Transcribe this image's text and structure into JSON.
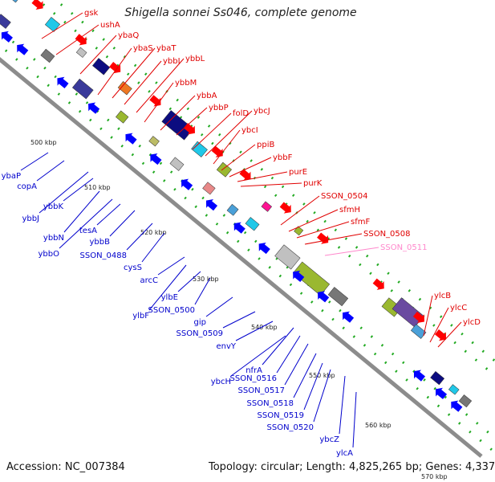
{
  "title": "Shigella sonnei Ss046, complete genome",
  "footer": {
    "accession_label": "Accession:",
    "accession": "NC_007384",
    "topology_label": "Topology:",
    "topology": "circular",
    "length_label": "Length:",
    "length": "4,825,265 bp",
    "genes_label": "Genes:",
    "genes": "4,337"
  },
  "colors": {
    "backbone": "#8c8c8c",
    "forward_label": "#e00000",
    "reverse_label": "#0000cc",
    "highlight_label": "#ff88cc",
    "tick": "#22aa22",
    "scale_text": "#222222"
  },
  "scale_marks": [
    "500 kbp",
    "510 kbp",
    "520 kbp",
    "530 kbp",
    "540 kbp",
    "550 kbp",
    "560 kbp",
    "570 kbp"
  ],
  "forward_genes": [
    "gsk",
    "ushA",
    "ybaQ",
    "ybaS",
    "ybaT",
    "ybbI",
    "ybbL",
    "ybbM",
    "ybbA",
    "ybbP",
    "folD",
    "ybcJ",
    "ybcI",
    "ppiB",
    "ybbF",
    "purE",
    "purK",
    "SSON_0504",
    "sfmH",
    "sfmF",
    "SSON_0508",
    "SSON_0511",
    "ylcB",
    "ylcC",
    "ylcD"
  ],
  "reverse_genes": [
    "ybaP",
    "copA",
    "ybbJ",
    "ybbK",
    "ybbN",
    "ybbO",
    "tesA",
    "ybbB",
    "SSON_0488",
    "cysS",
    "arcC",
    "ylbF",
    "ylbE",
    "SSON_0500",
    "gip",
    "SSON_0509",
    "envY",
    "nfrA",
    "ybcH",
    "SSON_0516",
    "SSON_0517",
    "SSON_0518",
    "SSON_0519",
    "SSON_0520",
    "ybcZ",
    "ylcA"
  ],
  "highlighted_genes": [
    "SSON_0511"
  ]
}
